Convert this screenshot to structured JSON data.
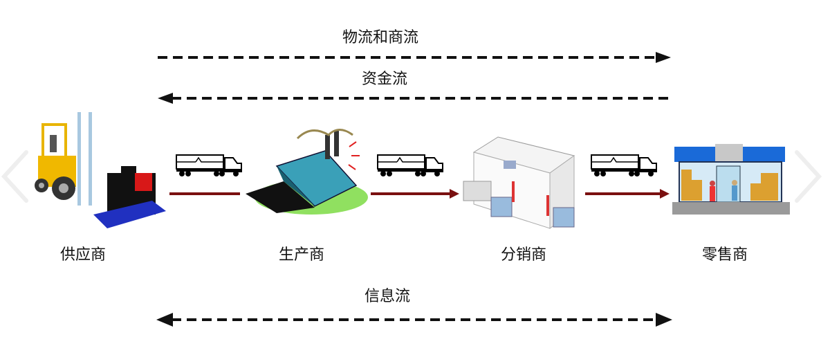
{
  "flows": {
    "logistics_commerce": "物流和商流",
    "capital": "资金流",
    "information": "信息流"
  },
  "nodes": [
    {
      "label": "供应商",
      "icon": "forklift-icon"
    },
    {
      "label": "生产商",
      "icon": "factory-icon"
    },
    {
      "label": "分销商",
      "icon": "warehouse-icon"
    },
    {
      "label": "零售商",
      "icon": "store-icon"
    }
  ],
  "colors": {
    "arrow": "#7a1010",
    "dashed": "#111111"
  },
  "carousel": {
    "prev": "chevron-left-icon",
    "next": "chevron-right-icon"
  }
}
